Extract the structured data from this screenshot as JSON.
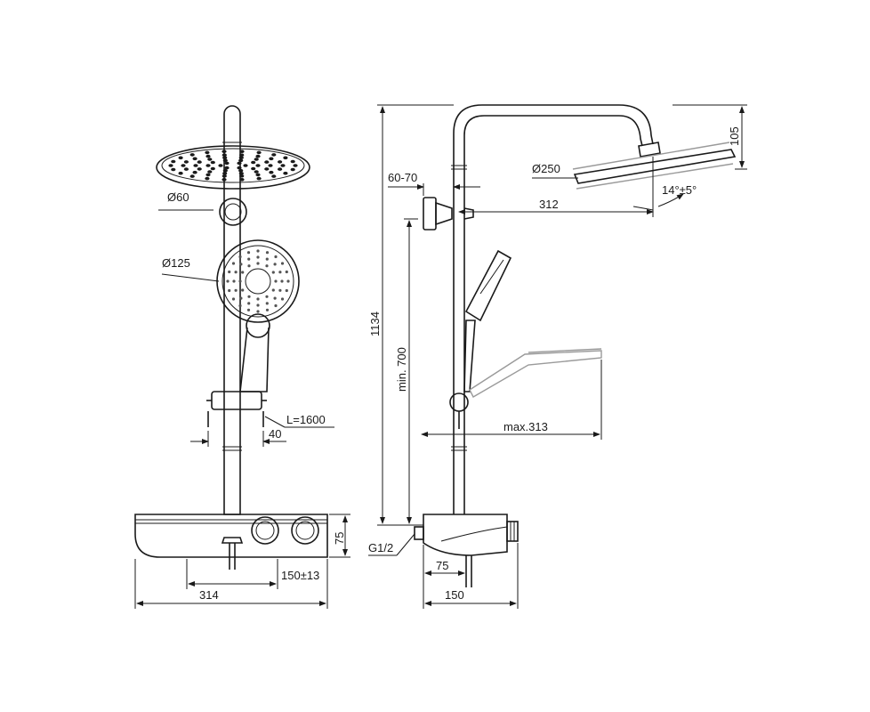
{
  "front_view": {
    "labels": {
      "arm_joint_diameter": "Ø60",
      "hand_shower_diameter": "Ø125",
      "hose_length": "L=1600",
      "slider_offset": "40",
      "shelf_height": "75",
      "outlet_spacing": "150±13",
      "shelf_width": "314"
    }
  },
  "side_view": {
    "labels": {
      "wall_bracket": "60-70",
      "head_diameter": "Ø250",
      "arm_reach": "312",
      "head_height": "105",
      "tilt_angle": "14°±5°",
      "total_height": "1134",
      "min_height": "min. 700",
      "hand_reach": "max.313",
      "connection": "G1/2",
      "outlet_depth": "75",
      "shelf_depth": "150"
    }
  },
  "colors": {
    "line": "#1a1a1a",
    "ghost": "#9a9a9a"
  }
}
